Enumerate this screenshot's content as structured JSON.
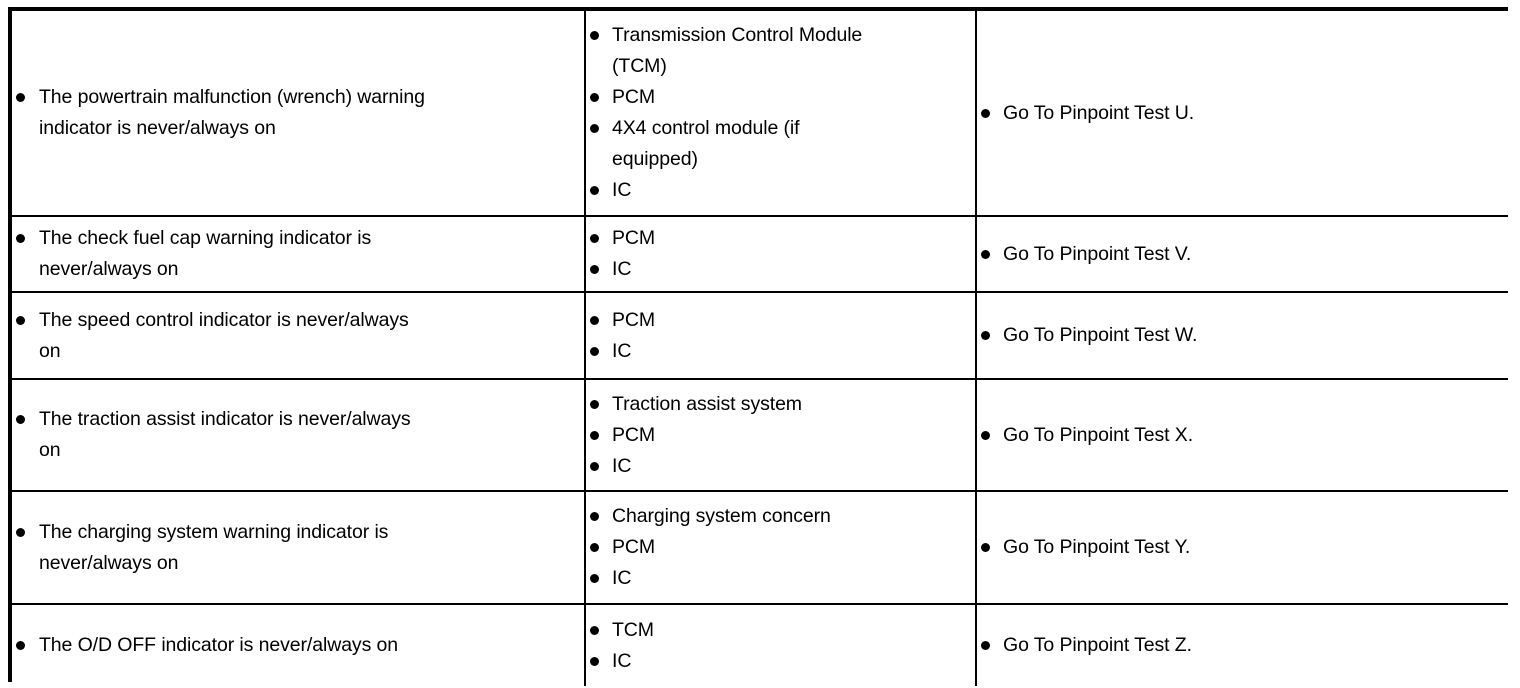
{
  "document": {
    "type": "symptom-chart-table",
    "columns": 3,
    "rows": 6,
    "border_color": "#000000",
    "background_color": "#ffffff",
    "text_color": "#000000"
  },
  "table": {
    "rows": [
      {
        "symptom": [
          "The powertrain malfunction (wrench) warning\nindicator is never/always on"
        ],
        "source": [
          "Transmission Control Module\n(TCM)",
          "PCM",
          "4X4 control module (if\nequipped)",
          "IC"
        ],
        "action": [
          "Go To Pinpoint Test U."
        ]
      },
      {
        "symptom": [
          "The check fuel cap warning indicator is\nnever/always on"
        ],
        "source": [
          "PCM",
          "IC"
        ],
        "action": [
          "Go To Pinpoint Test V."
        ]
      },
      {
        "symptom": [
          "The speed control indicator is never/always\non"
        ],
        "source": [
          "PCM",
          "IC"
        ],
        "action": [
          "Go To Pinpoint Test W."
        ]
      },
      {
        "symptom": [
          "The traction assist indicator is never/always\non"
        ],
        "source": [
          "Traction assist system",
          "PCM",
          "IC"
        ],
        "action": [
          "Go To Pinpoint Test X."
        ]
      },
      {
        "symptom": [
          "The charging system warning indicator is\nnever/always on"
        ],
        "source": [
          "Charging system concern",
          "PCM",
          "IC"
        ],
        "action": [
          "Go To Pinpoint Test Y."
        ]
      },
      {
        "symptom": [
          "The O/D OFF indicator is never/always on"
        ],
        "source": [
          "TCM",
          "IC"
        ],
        "action": [
          "Go To Pinpoint Test Z."
        ]
      }
    ]
  }
}
